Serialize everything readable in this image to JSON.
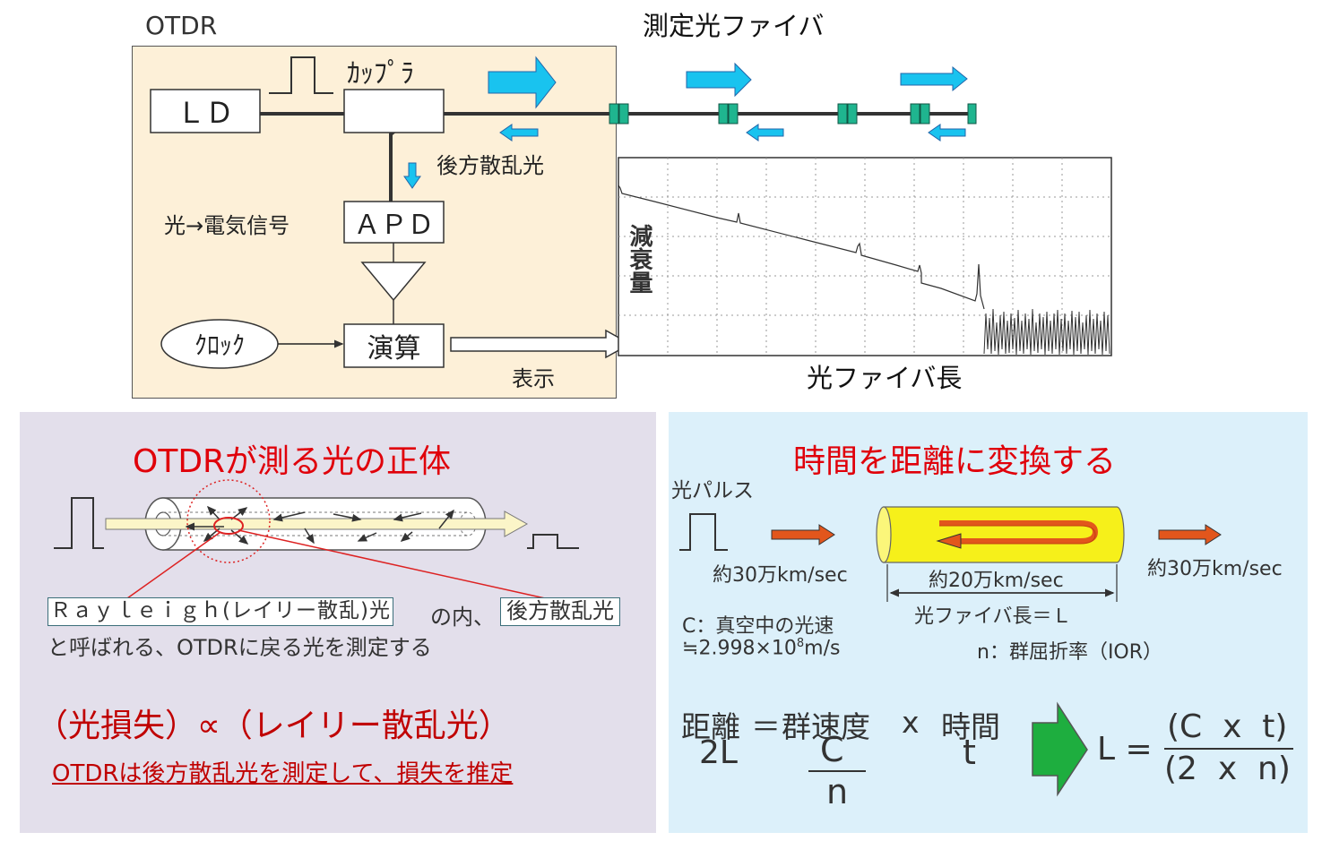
{
  "top": {
    "otdr_label": "OTDR",
    "fiber_label": "測定光ファイバ",
    "ld": "ＬＤ",
    "coupler": "ｶｯﾌﾟﾗ",
    "backscatter": "後方散乱光",
    "optic_to_electric": "光→電気信号",
    "apd": "ＡＰＤ",
    "clock": "ｸﾛｯｸ",
    "compute": "演算",
    "display": "表示",
    "attenuation_axis": "減衰量",
    "length_axis": "光ファイバ長"
  },
  "left_panel": {
    "title": "OTDRが測る光の正体",
    "rayleigh": "Ｒａｙｌｅｉｇｈ(レイリー散乱)光",
    "mid_text": "の内、",
    "backscatter_box": "後方散乱光",
    "line2": "と呼ばれる、OTDRに戻る光を測定する",
    "proportional": "（光損失）∝（レイリー散乱光）",
    "conclusion": "OTDRは後方散乱光を測定して、損失を推定"
  },
  "right_panel": {
    "title": "時間を距離に変換する",
    "pulse_label": "光パルス",
    "speed_left": "約30万km/sec",
    "speed_fiber": "約20万km/sec",
    "speed_right": "約30万km/sec",
    "fiber_length": "光ファイバ長＝Ｌ",
    "c_def": "C：真空中の光速",
    "c_value": "≒2.998×10",
    "c_exp": "8",
    "c_unit": "m/s",
    "n_def": "n：群屈折率（IOR）",
    "eq_distance": "距離",
    "eq_equals": "＝",
    "eq_group_velocity": "群速度",
    "eq_x": "x",
    "eq_time": "時間",
    "eq_2l": "2L",
    "eq_c": "C",
    "eq_n": "n",
    "eq_t": "t",
    "eq_l": "L =",
    "eq_num": "(C  x  t)",
    "eq_den": "(2  x  n)"
  },
  "colors": {
    "otdr_bg": "#fdf0d8",
    "left_bg": "#e3dfeb",
    "right_bg": "#dcf0fa",
    "blue_arrow": "#19c3ef",
    "connector": "#1fb58f",
    "red_text": "#e0000a",
    "dark_red": "#c00000",
    "orange_arrow": "#e2561c",
    "green_arrow": "#1eae3f",
    "yellow_fiber": "#f6f01a"
  }
}
